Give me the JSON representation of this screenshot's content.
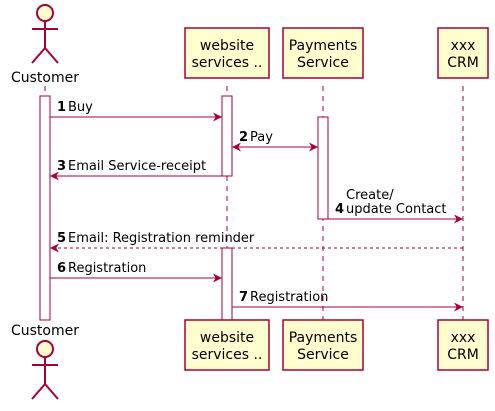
{
  "participants": [
    {
      "id": "customer",
      "type": "actor",
      "lines": [
        "Customer"
      ]
    },
    {
      "id": "website",
      "type": "participant",
      "lines": [
        "website",
        "services .."
      ]
    },
    {
      "id": "payments",
      "type": "participant",
      "lines": [
        "Payments",
        "Service"
      ]
    },
    {
      "id": "crm",
      "type": "participant",
      "lines": [
        "xxx",
        "CRM"
      ]
    }
  ],
  "messages": [
    {
      "number": "1",
      "from": "customer",
      "to": "website",
      "lines": [
        "Buy"
      ],
      "style": "solid",
      "bidirectional": false
    },
    {
      "number": "2",
      "from": "website",
      "to": "payments",
      "lines": [
        "Pay"
      ],
      "style": "solid",
      "bidirectional": true
    },
    {
      "number": "3",
      "from": "website",
      "to": "customer",
      "lines": [
        "Email Service-receipt"
      ],
      "style": "solid",
      "bidirectional": false
    },
    {
      "number": "4",
      "from": "payments",
      "to": "crm",
      "lines": [
        "Create/",
        "update Contact"
      ],
      "style": "solid",
      "bidirectional": false
    },
    {
      "number": "5",
      "from": "crm",
      "to": "customer",
      "lines": [
        "Email: Registration reminder"
      ],
      "style": "dashed",
      "bidirectional": false
    },
    {
      "number": "6",
      "from": "customer",
      "to": "website",
      "lines": [
        "Registration"
      ],
      "style": "solid",
      "bidirectional": false
    },
    {
      "number": "7",
      "from": "website",
      "to": "crm",
      "lines": [
        "Registration"
      ],
      "style": "solid",
      "bidirectional": false
    }
  ],
  "colors": {
    "line": "#A80036",
    "box_fill": "#FEFECE",
    "text": "#000000"
  }
}
